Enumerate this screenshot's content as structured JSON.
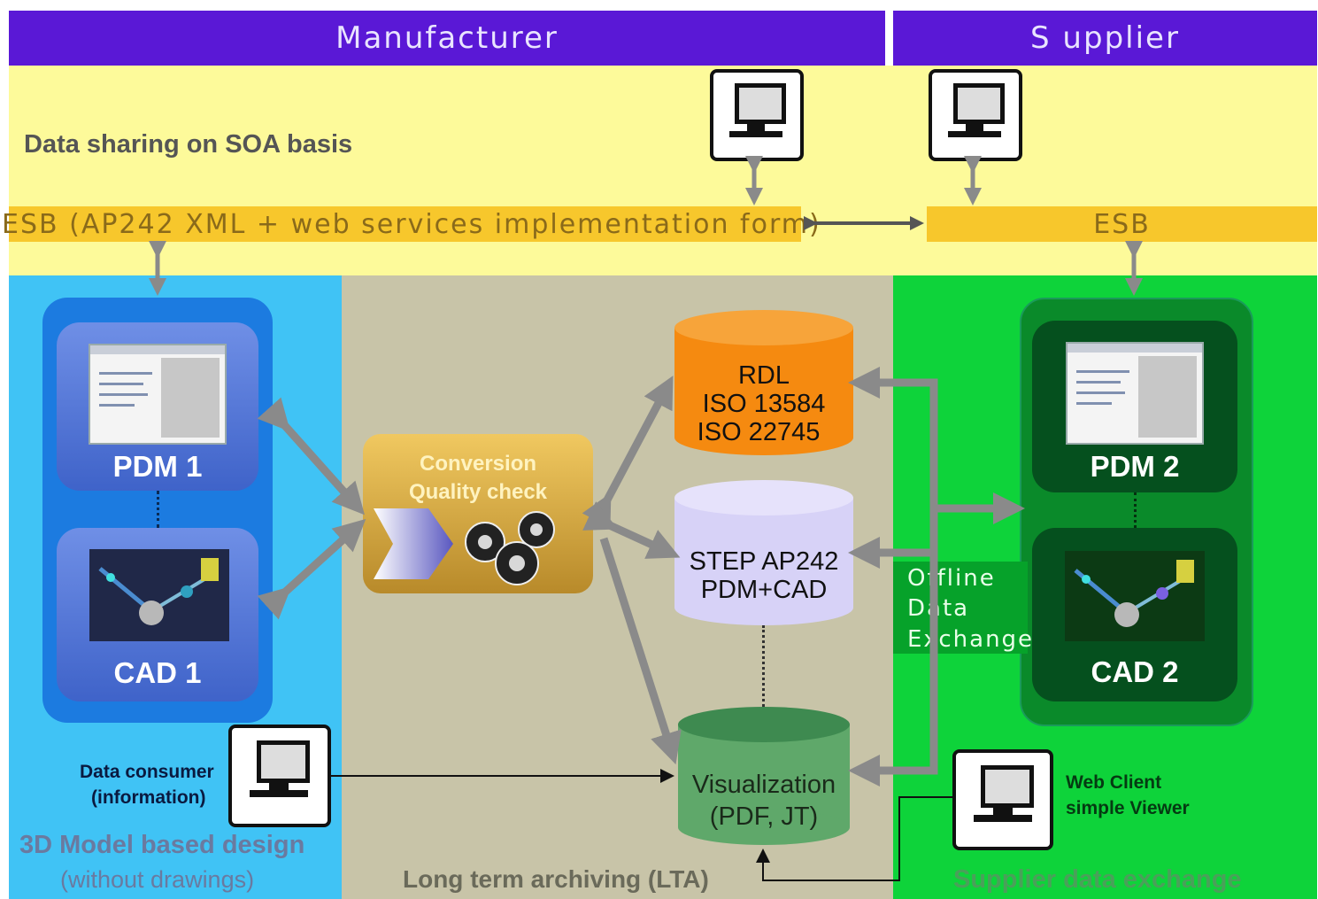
{
  "colors": {
    "header_bg": "#5a18d6",
    "soa_band": "#fdfa9a",
    "esb_bar": "#f7c72c",
    "design_zone": "#40c3f5",
    "archive_zone": "#c8c4a8",
    "supplier_zone": "#0ed33a",
    "rdl_db": "#f58a10",
    "step_db": "#d7d2f7",
    "vis_db": "#5fa86a",
    "arrow_gray": "#8a8a8a"
  },
  "header": {
    "manufacturer": "Manufacturer",
    "supplier": "S upplier"
  },
  "soa": {
    "label": "Data sharing on SOA basis"
  },
  "esb": {
    "manufacturer": "ESB (AP242 XML + web services implementation form)",
    "supplier": "ESB"
  },
  "manufacturer_system": {
    "pdm": "PDM 1",
    "cad": "CAD 1"
  },
  "supplier_system": {
    "pdm": "PDM 2",
    "cad": "CAD 2"
  },
  "conversion": {
    "line1": "Conversion",
    "line2": "Quality check"
  },
  "databases": {
    "rdl": [
      "RDL",
      "ISO 13584",
      "ISO 22745"
    ],
    "step": [
      "STEP AP242",
      "PDM+CAD"
    ],
    "vis": [
      "Visualization",
      "(PDF, JT)"
    ]
  },
  "offline": [
    "Offline",
    "Data",
    "Exchange"
  ],
  "consumer": {
    "line1": "Data consumer",
    "line2": "(information)"
  },
  "webclient": {
    "line1": "Web Client",
    "line2": "simple Viewer"
  },
  "zones": {
    "design_title": "3D Model based design",
    "design_sub": "(without drawings)",
    "archive_title": "Long term archiving (LTA)",
    "supplier_title": "Supplier data exchange"
  },
  "icons": [
    "monitor-icon",
    "gear-icon",
    "chevron-icon",
    "database-icon"
  ]
}
